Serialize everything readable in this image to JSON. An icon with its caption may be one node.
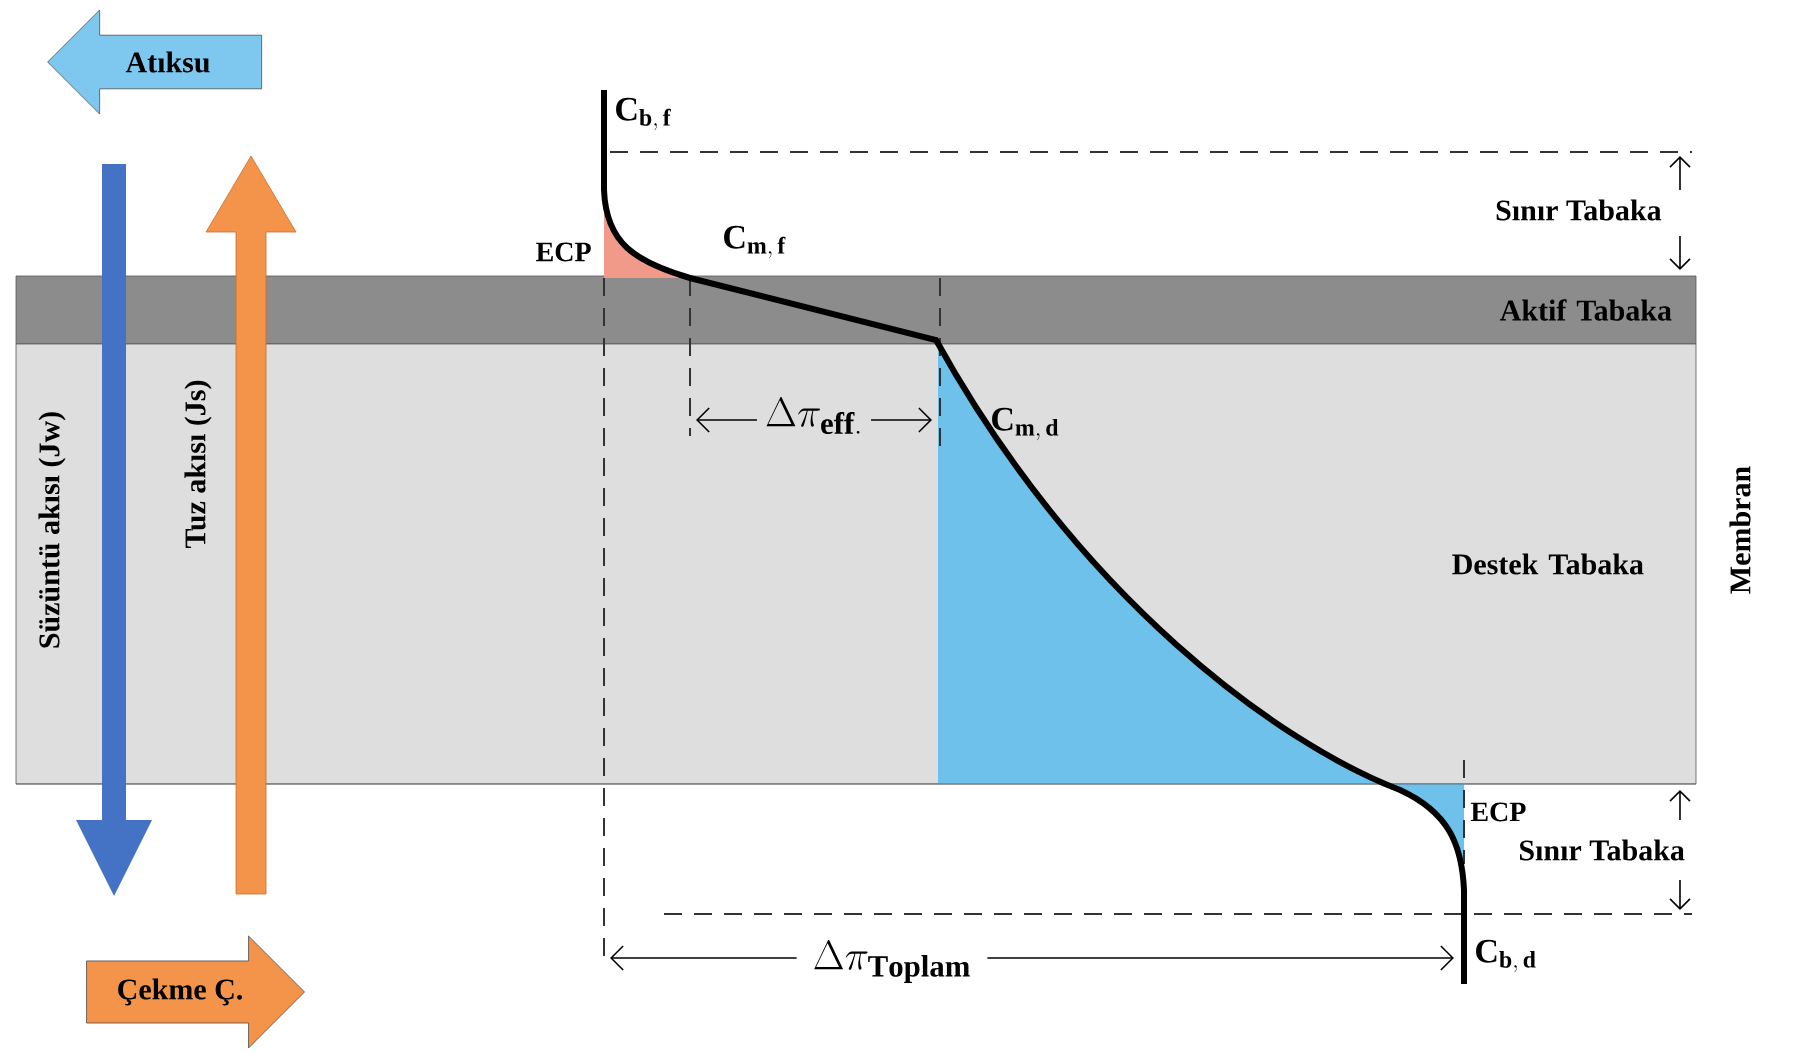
{
  "diagram": {
    "nodes": [
      {
        "text": [
          "Atıksu"
        ]
      },
      {
        "text": [
          "Aktif Tabaka"
        ]
      },
      {
        "text": [
          "Destek Tabaka"
        ]
      },
      {
        "text": [
          "Çekme Ç."
        ]
      }
    ],
    "labels": [
      "Süzüntü akısı (Jw)",
      "Tuz akısı (Js)",
      "\\mathbf{C_{b,\\,f}}",
      "ECP",
      "\\mathbf{C_{m,\\,f}}",
      "Sınır Tabaka",
      "\\Delta\\pi_{\\mathbf{eff.}}",
      "\\mathbf{C_{m,\\,d}}",
      "Membran",
      "ECP",
      "Sınır Tabaka",
      "\\Delta\\pi_{\\mathbf{Toplam}}",
      "\\mathbf{C_{b,\\,d}}"
    ]
  }
}
